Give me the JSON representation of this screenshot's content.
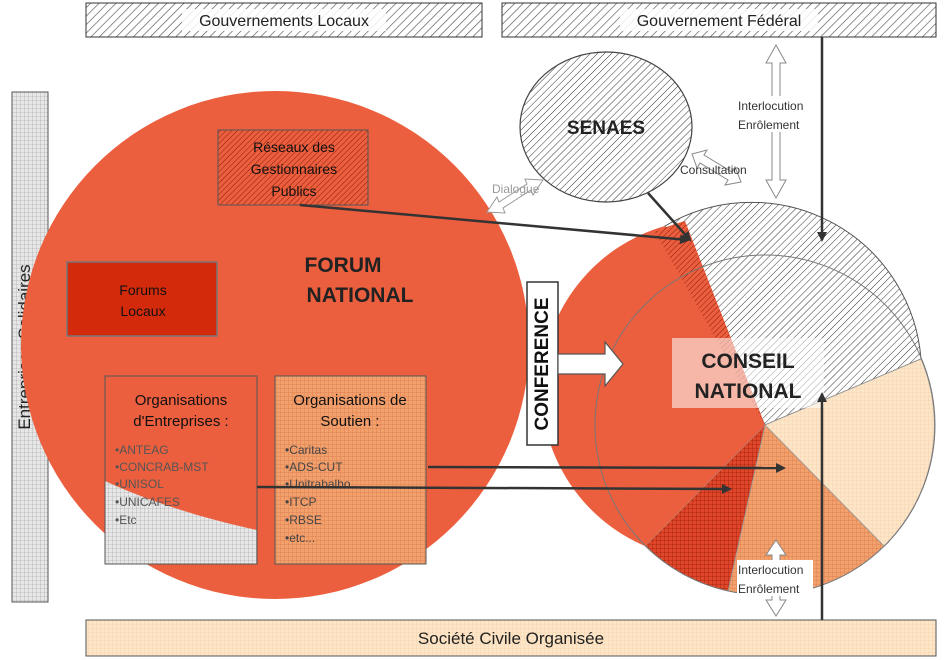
{
  "top_bars": {
    "local": "Gouvernements Locaux",
    "federal": "Gouvernement Fédéral"
  },
  "side_bar": "Entreprises Solidaires",
  "bottom_bar": "Société Civile Organisée",
  "forum": {
    "title_line1": "FORUM",
    "title_line2": "NATIONAL"
  },
  "reseaux": {
    "line1": "Réseaux des",
    "line2": "Gestionnaires",
    "line3": "Publics"
  },
  "forums_locaux": {
    "line1": "Forums",
    "line2": "Locaux"
  },
  "org_entreprises": {
    "title_line1": "Organisations",
    "title_line2": "d'Entreprises :",
    "items": [
      "•ANTEAG",
      "•CONCRAB-MST",
      "•UNISOL",
      "•UNICAFES",
      "•Etc"
    ]
  },
  "org_soutien": {
    "title_line1": "Organisations de",
    "title_line2": "Soutien :",
    "items": [
      "•Caritas",
      "•ADS-CUT",
      "•Unitrabalho",
      "•ITCP",
      "•RBSE",
      "•etc..."
    ]
  },
  "senaes": "SENAES",
  "conference": "CONFERENCE",
  "conseil": {
    "line1": "CONSEIL",
    "line2": "NATIONAL"
  },
  "labels": {
    "dialogue": "Dialogue",
    "consultation": "Consultation",
    "interlocution_top": "Interlocution",
    "enrolement_top": "Enrôlement",
    "interlocution_bottom": "Interlocution",
    "enrolement_bottom": "Enrôlement"
  },
  "colors": {
    "forum_fill": "#ec5f3e",
    "forum_dark": "#d42a0c",
    "cream": "#fde6c8",
    "salmon": "#f2a06c",
    "hatch": "#333333"
  }
}
